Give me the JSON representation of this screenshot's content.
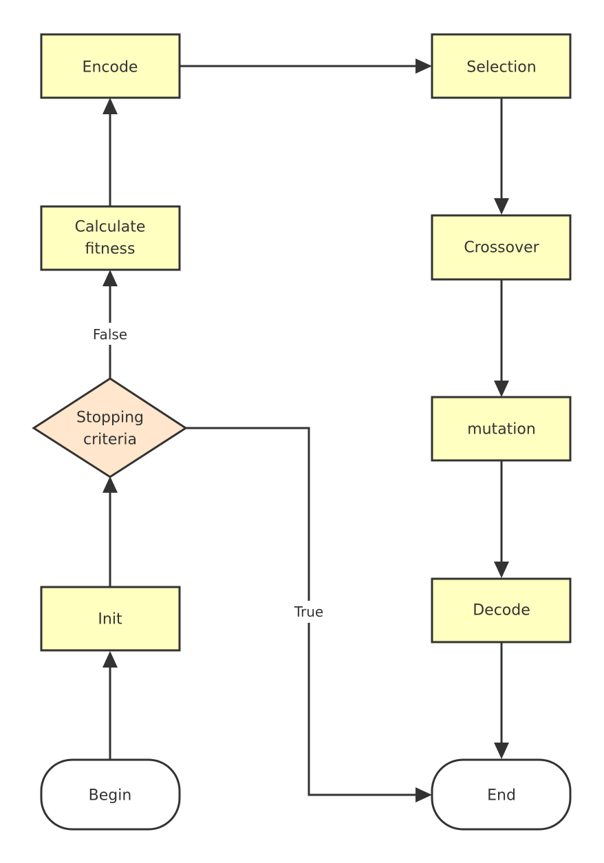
{
  "nodes": {
    "begin": "Begin",
    "init": "Init",
    "stopping_line1": "Stopping",
    "stopping_line2": "criteria",
    "calculate_line1": "Calculate",
    "calculate_line2": "fitness",
    "encode": "Encode",
    "selection": "Selection",
    "crossover": "Crossover",
    "mutation": "mutation",
    "decode": "Decode",
    "end": "End"
  },
  "edge_labels": {
    "false": "False",
    "true": "True"
  },
  "colors": {
    "process_fill": "#ffffc0",
    "decision_fill": "#ffe6cc",
    "terminal_fill": "#ffffff",
    "stroke": "#333333"
  }
}
